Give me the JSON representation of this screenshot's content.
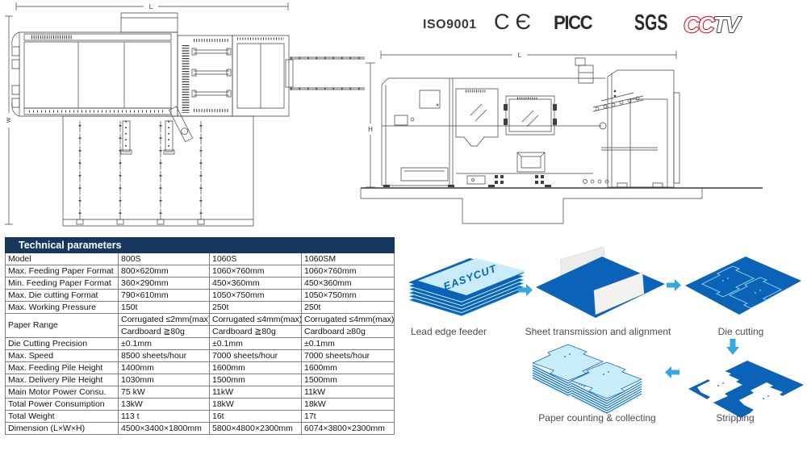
{
  "certifications": {
    "iso": "ISO9001",
    "ce_c": "C",
    "ce_e": "Є",
    "picc": "PICC",
    "sgs": "SGS",
    "cctv_cc": "CC",
    "cctv_tv": "TV",
    "cctv_red": "#e60012"
  },
  "drawings": {
    "top_view": {
      "length_label": "L",
      "width_label": "W"
    },
    "side_view": {
      "length_label": "L",
      "height_label": "H"
    }
  },
  "table": {
    "header": "Technical parameters",
    "header_color": "#17375e",
    "rows": [
      {
        "label": "Model",
        "values": [
          "800S",
          "1060S",
          "1060SM"
        ]
      },
      {
        "label": "Max. Feeding Paper Format",
        "values": [
          "800×620mm",
          "1060×760mm",
          "1060×760mm"
        ]
      },
      {
        "label": "Min. Feeding Paper Format",
        "values": [
          "360×290mm",
          "450×360mm",
          "450×360mm"
        ]
      },
      {
        "label": "Max. Die cutting Format",
        "values": [
          "790×610mm",
          "1050×750mm",
          "1050×750mm"
        ]
      },
      {
        "label": "Max. Working Pressure",
        "values": [
          "150t",
          "250t",
          "250t"
        ]
      },
      {
        "label": "Paper Range",
        "sub_values": [
          [
            "Corrugated ≤2mm(max)",
            "Corrugated ≤4mm(max)",
            "Corrugated ≤4mm(max)"
          ],
          [
            "Cardboard ≧80g",
            "Cardboard ≧80g",
            "Cardboard ≥80g"
          ]
        ]
      },
      {
        "label": "Die Cutting Precision",
        "values": [
          "±0.1mm",
          "±0.1mm",
          "±0.1mm"
        ]
      },
      {
        "label": "Max. Speed",
        "values": [
          "8500 sheets/hour",
          "7000 sheets/hour",
          "7000 sheets/hour"
        ]
      },
      {
        "label": "Max. Feeding Pile Height",
        "values": [
          "1400mm",
          "1600mm",
          "1600mm"
        ]
      },
      {
        "label": "Max. Delivery Pile Height",
        "values": [
          "1030mm",
          "1500mm",
          "1500mm"
        ]
      },
      {
        "label": "Main Motor Power Consu.",
        "values": [
          "75 kW",
          "11kW",
          "11kW"
        ]
      },
      {
        "label": "Total Power Consumption",
        "values": [
          "13kW",
          "18kW",
          "18kW"
        ]
      },
      {
        "label": "Total Weight",
        "values": [
          "113 t",
          "16t",
          "17t"
        ]
      },
      {
        "label": "Dimension (L×W×H)",
        "values": [
          "4500×3400×1800mm",
          "5800×4800×2300mm",
          "6074×3800×2300mm"
        ]
      }
    ]
  },
  "process": {
    "easycut": "EASYCUT",
    "steps": [
      {
        "label": "Lead edge feeder"
      },
      {
        "label": "Sheet transmission and alignment"
      },
      {
        "label": "Die cutting"
      },
      {
        "label": "Stripping"
      },
      {
        "label": "Paper counting & collecting"
      }
    ],
    "colors": {
      "sheet_blue": "#0b63b8",
      "sheet_cyan": "#c9ecf9",
      "arrow_blue": "#35a8e0"
    }
  }
}
